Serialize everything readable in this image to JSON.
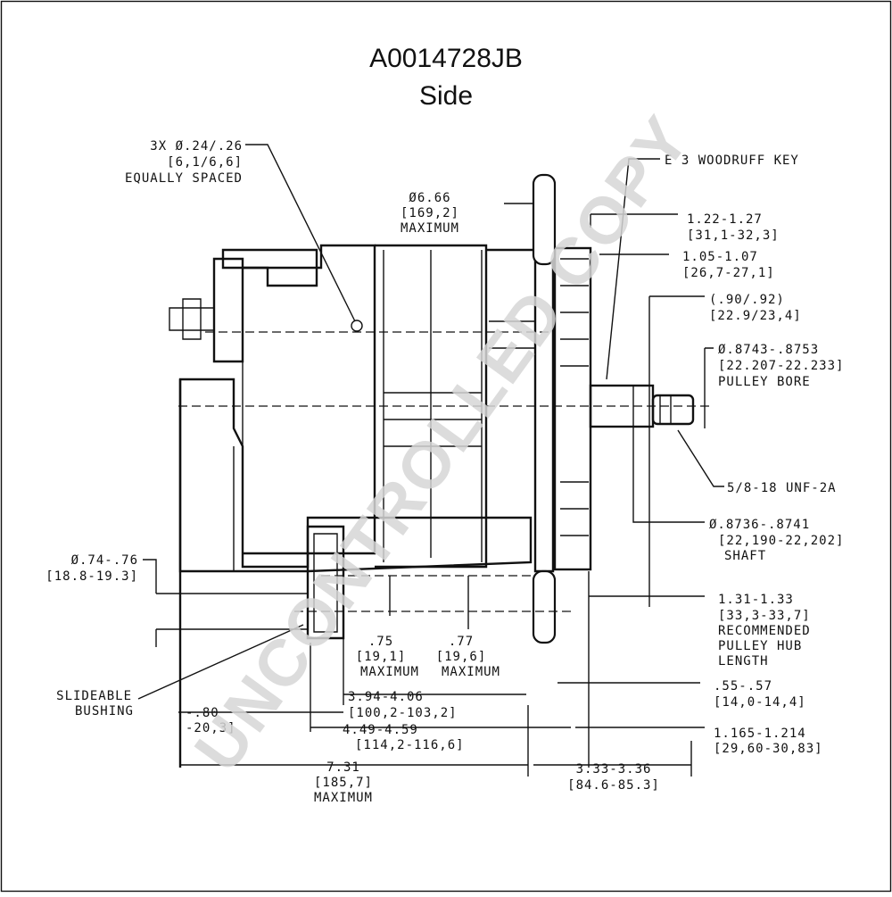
{
  "drawing": {
    "part_number": "A0014728JB",
    "view": "Side",
    "watermark": "UNCONTROLLED COPY"
  },
  "callouts": {
    "mount_holes": [
      "3X Ø.24/.26",
      "[6,1/6,6]",
      "EQUALLY SPACED"
    ],
    "diameter_max": [
      "Ø6.66",
      "[169,2]",
      "MAXIMUM"
    ],
    "woodruff_key": [
      "E 3 WOODRUFF KEY"
    ],
    "dim_122": [
      "1.22-1.27",
      "[31,1-32,3]"
    ],
    "dim_105": [
      "1.05-1.07",
      "[26,7-27,1]"
    ],
    "dim_090": [
      "(.90/.92)",
      "[22.9/23,4]"
    ],
    "pulley_bore": [
      "Ø.8743-.8753",
      "[22.207-22.233]",
      "PULLEY BORE"
    ],
    "thread": [
      "5/8-18 UNF-2A"
    ],
    "shaft": [
      "Ø.8736-.8741",
      "[22,190-22,202]",
      "SHAFT"
    ],
    "bushing_dia": [
      "Ø.74-.76",
      "[18.8-19.3]"
    ],
    "dim_075": [
      ".75",
      "[19,1]",
      "MAXIMUM"
    ],
    "dim_077": [
      ".77",
      "[19,6]",
      "MAXIMUM"
    ],
    "hub_length": [
      "1.31-1.33",
      "[33,3-33,7]",
      "RECOMMENDED",
      "PULLEY HUB",
      "LENGTH"
    ],
    "slideable_bushing": [
      "SLIDEABLE",
      "BUSHING"
    ],
    "dim_394": [
      "3.94-4.06",
      "[100,2-103,2]"
    ],
    "dim_055": [
      ".55-.57",
      "[14,0-14,4]"
    ],
    "partial_left": [
      "-.80",
      "-20,3]"
    ],
    "dim_449": [
      "4.49-4.59",
      "[114,2-116,6]"
    ],
    "dim_1165": [
      "1.165-1.214",
      "[29,60-30,83]"
    ],
    "dim_731": [
      "7.31",
      "[185,7]",
      "MAXIMUM"
    ],
    "dim_333": [
      "3.33-3.36",
      "[84.6-85.3]"
    ]
  }
}
